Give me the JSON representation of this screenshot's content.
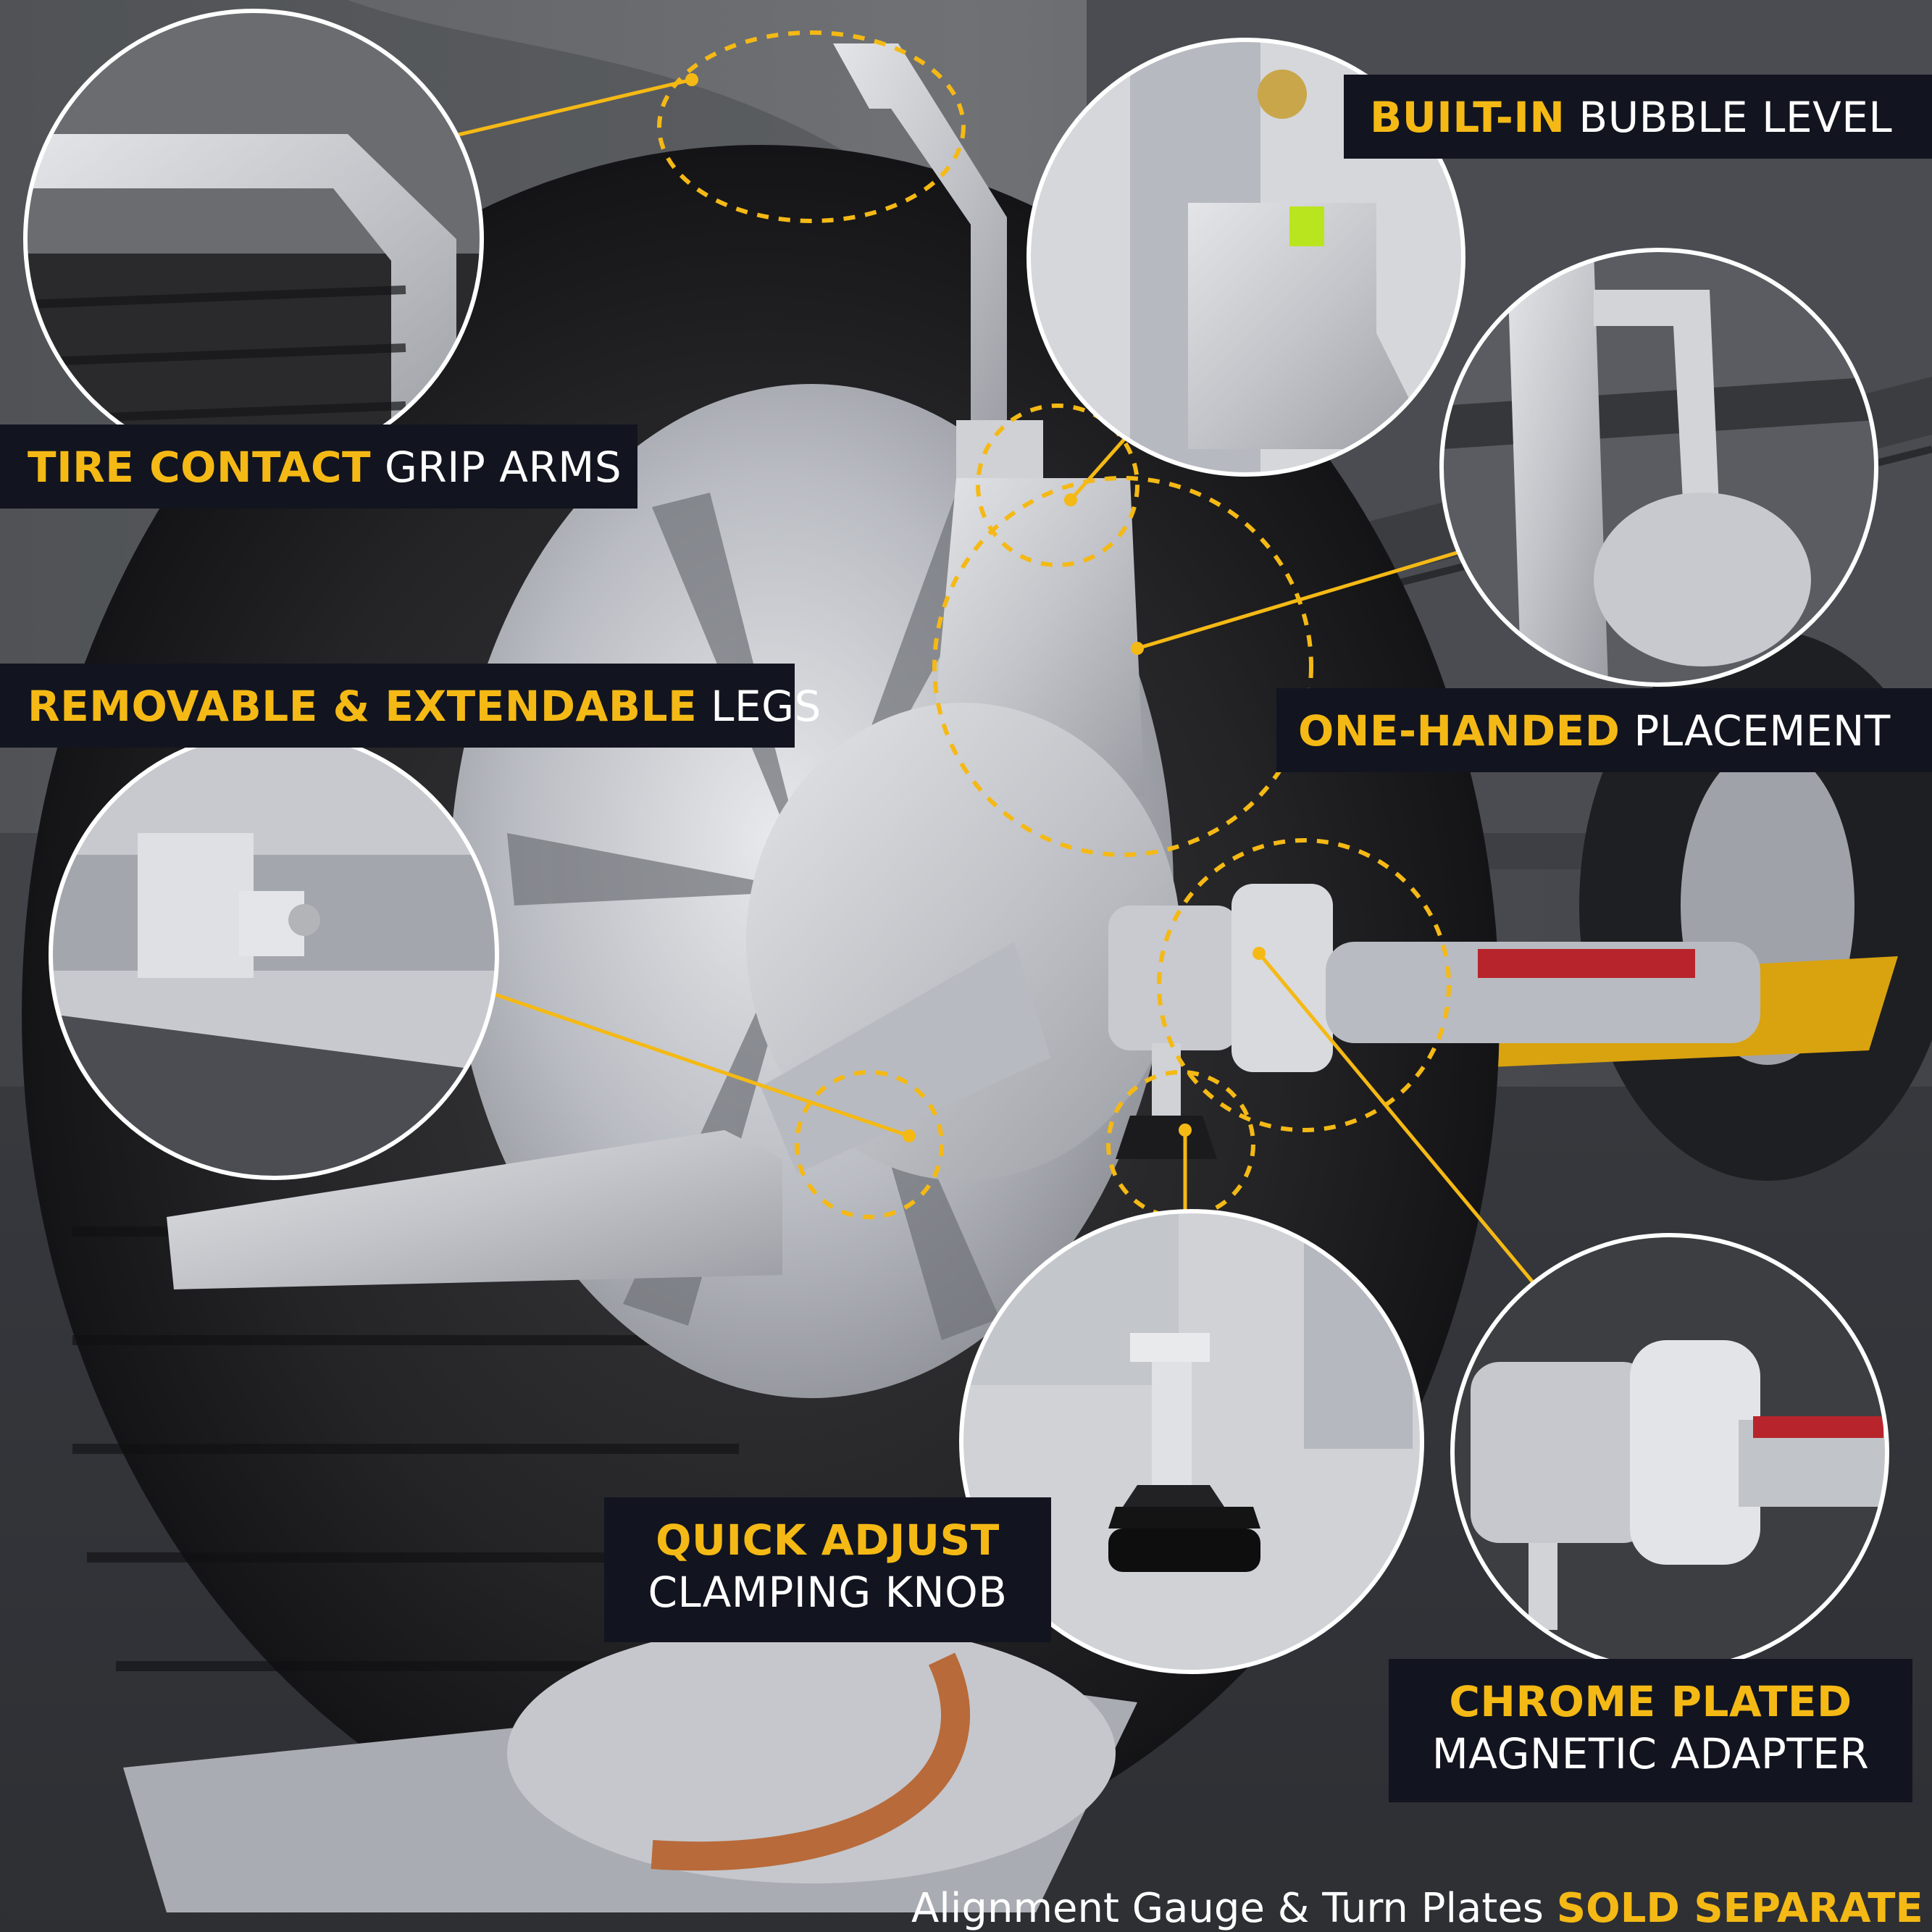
{
  "colors": {
    "accent": "#f5b915",
    "label_bg": "#12151f",
    "label_text": "#ffffff"
  },
  "callouts": {
    "tire_contact": {
      "highlight": "TIRE CONTACT",
      "rest": " GRIP ARMS"
    },
    "bubble_level": {
      "highlight": "BUILT-IN",
      "rest": " BUBBLE LEVEL"
    },
    "legs": {
      "highlight": "REMOVABLE & EXTENDABLE",
      "rest": " LEGS"
    },
    "one_handed": {
      "highlight": "ONE-HANDED",
      "rest": " PLACEMENT"
    },
    "clamping_knob": {
      "highlight": "QUICK ADJUST",
      "rest": "CLAMPING KNOB"
    },
    "magnetic_adapter": {
      "highlight": "CHROME PLATED",
      "rest": "MAGNETIC ADAPTER"
    }
  },
  "footer": {
    "text": "Alignment Gauge & Turn Plates ",
    "highlight": "SOLD SEPARATE"
  }
}
